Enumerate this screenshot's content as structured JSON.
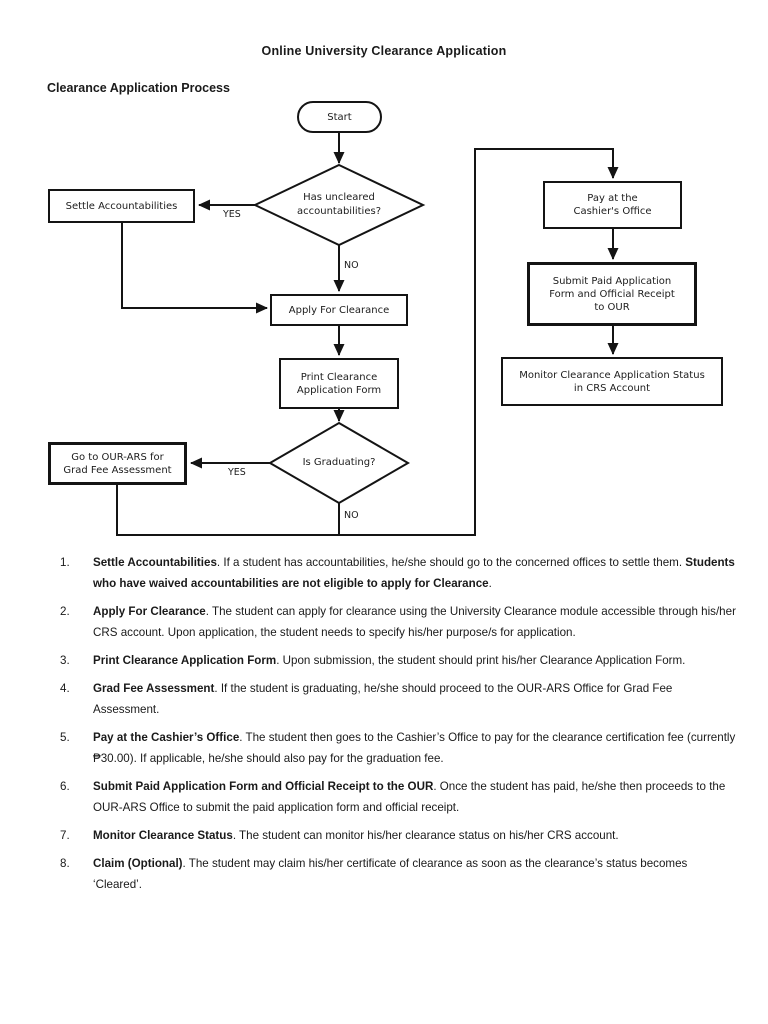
{
  "page": {
    "title": "Online University Clearance Application",
    "subtitle": "Clearance Application Process"
  },
  "flowchart": {
    "start": "Start",
    "decision_accountabilities": "Has uncleared\naccountabilities?",
    "settle": "Settle Accountabilities",
    "apply": "Apply For Clearance",
    "print": "Print Clearance\nApplication Form",
    "decision_graduating": "Is Graduating?",
    "go_grad_fee": "Go to OUR-ARS for\nGrad Fee Assessment",
    "pay": "Pay at the\nCashier's Office",
    "submit": "Submit Paid Application\nForm and Official Receipt\nto OUR",
    "monitor": "Monitor Clearance Application Status\nin CRS Account",
    "label_yes": "YES",
    "label_no": "NO",
    "line_color": "#141414"
  },
  "list": {
    "items": [
      {
        "num": "1.",
        "bold": "Settle Accountabilities",
        "mid": ". If a student has accountabilities, he/she should go to the concerned offices to settle them. ",
        "bold2": "Students who have waived accountabilities are not eligible to apply for Clearance",
        "tail": "."
      },
      {
        "num": "2.",
        "bold": "Apply For Clearance",
        "mid": ". The student can apply for clearance using the University Clearance module accessible through his/her CRS account. Upon application, the student needs to specify his/her purpose/s for application.",
        "bold2": "",
        "tail": ""
      },
      {
        "num": "3.",
        "bold": "Print Clearance Application Form",
        "mid": ". Upon submission, the student should print his/her Clearance Application Form.",
        "bold2": "",
        "tail": ""
      },
      {
        "num": "4.",
        "bold": "Grad Fee Assessment",
        "mid": ". If the student is graduating, he/she should proceed to the OUR-ARS Office for Grad Fee Assessment.",
        "bold2": "",
        "tail": ""
      },
      {
        "num": "5.",
        "bold": "Pay at the Cashier’s Office",
        "mid": ". The student then goes to the Cashier’s Office to pay for the clearance certification fee (currently ₱30.00). If applicable, he/she should also pay for the graduation fee.",
        "bold2": "",
        "tail": ""
      },
      {
        "num": "6.",
        "bold": "Submit Paid Application Form and Official Receipt to the OUR",
        "mid": ". Once the student has paid, he/she then proceeds to the OUR-ARS Office to submit the paid application form and official receipt.",
        "bold2": "",
        "tail": ""
      },
      {
        "num": "7.",
        "bold": "Monitor Clearance Status",
        "mid": ". The student can monitor his/her clearance status on his/her CRS account.",
        "bold2": "",
        "tail": ""
      },
      {
        "num": "8.",
        "bold": "Claim (Optional)",
        "mid": ". The student may claim his/her certificate of clearance as soon as the clearance’s status becomes ‘Cleared’.",
        "bold2": "",
        "tail": ""
      }
    ]
  }
}
